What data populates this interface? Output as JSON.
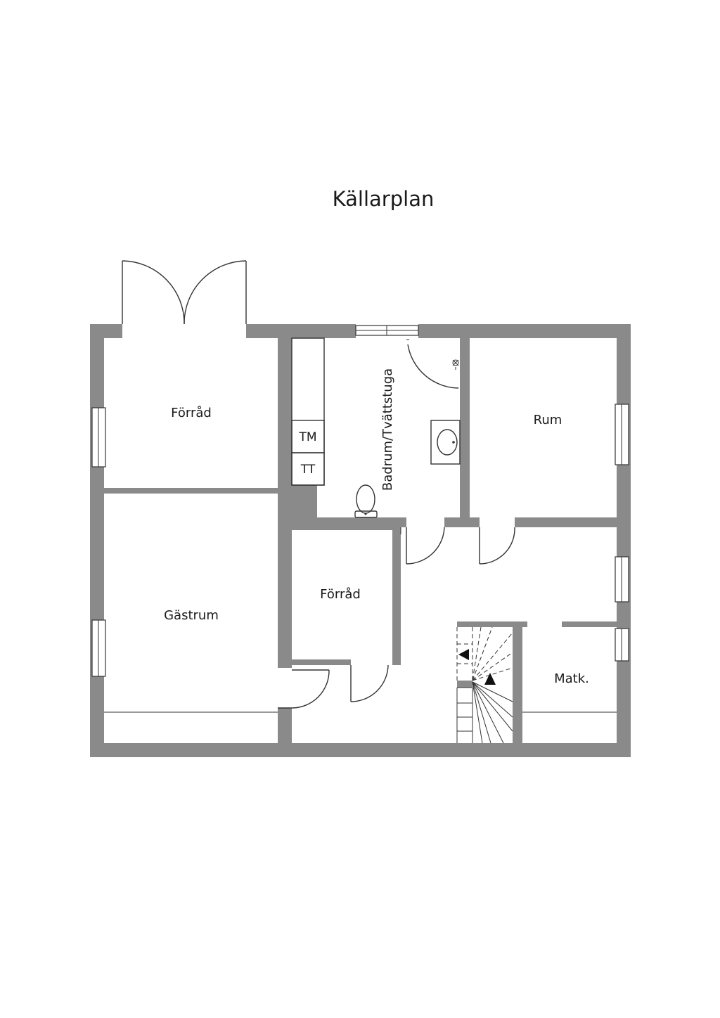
{
  "title": "Källarplan",
  "rooms": {
    "storage_top": "Förråd",
    "guest_room": "Gästrum",
    "bath_laundry": "Badrum/Tvättstuga",
    "room": "Rum",
    "storage_middle": "Förråd",
    "pantry": "Matk."
  },
  "appliances": {
    "washing_machine": "TM",
    "tumble_dryer": "TT"
  },
  "colors": {
    "wall": "#8a8a8a",
    "line": "#333333",
    "background": "#ffffff"
  }
}
